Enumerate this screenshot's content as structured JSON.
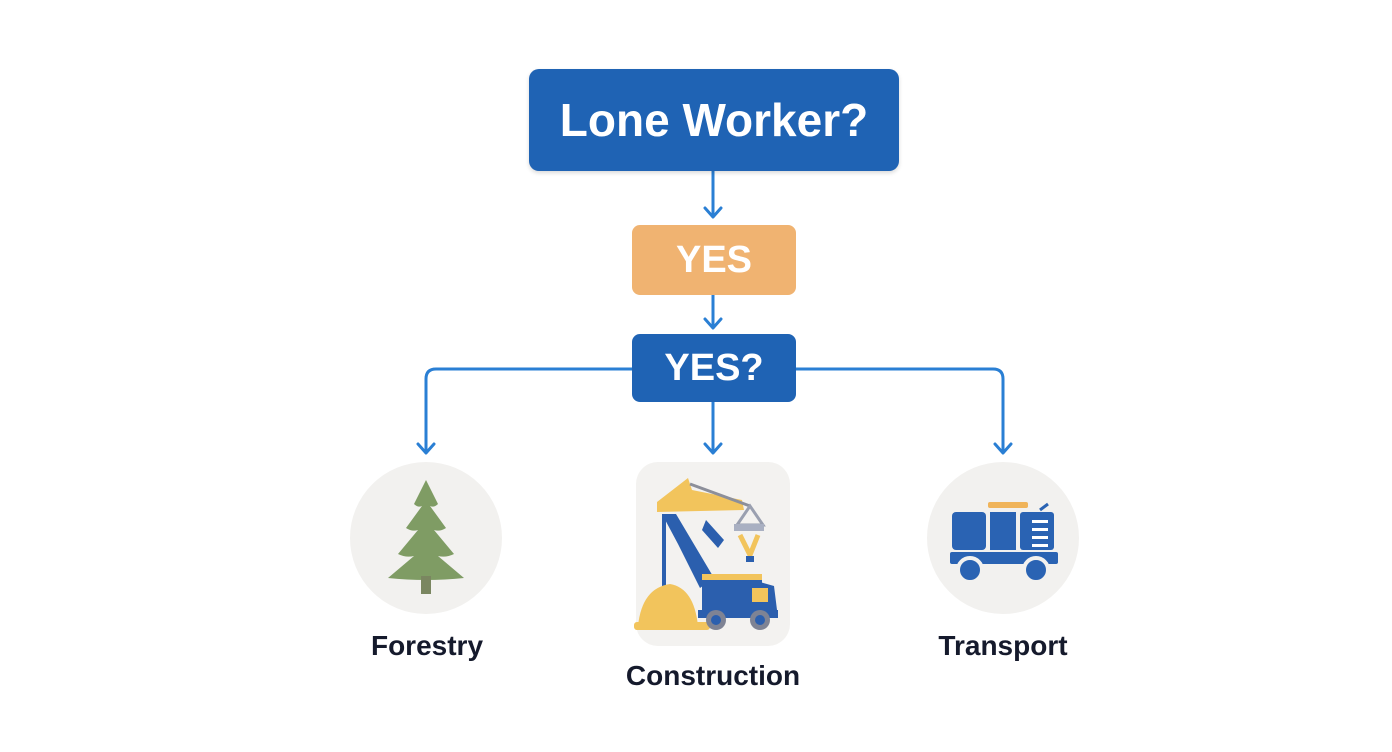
{
  "diagram": {
    "title_node": {
      "label": "Lone Worker?",
      "color": "#1f63b4"
    },
    "yes_node": {
      "label": "YES",
      "color": "#f0b371"
    },
    "question_node": {
      "label": "YES?",
      "color": "#1f63b4"
    },
    "connector_color": "#2a7fd4",
    "branches": [
      {
        "label": "Forestry",
        "icon": "pine-tree-icon",
        "icon_color": "#7f9c64"
      },
      {
        "label": "Construction",
        "icon": "crane-truck-icon",
        "icon_colors": [
          "#f2c45c",
          "#2b5fae"
        ]
      },
      {
        "label": "Transport",
        "icon": "truck-icon",
        "icon_colors": [
          "#2a63b3",
          "#f0b45a"
        ]
      }
    ]
  }
}
